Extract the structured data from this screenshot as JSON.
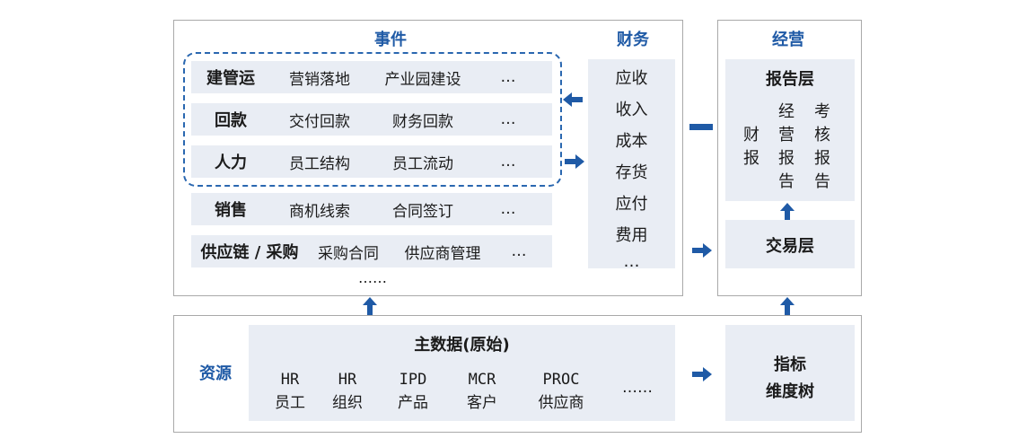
{
  "event_panel": {
    "title": "事件",
    "rows": [
      {
        "category": "建管运",
        "item1": "营销落地",
        "item2": "产业园建设",
        "more": "…"
      },
      {
        "category": "回款",
        "item1": "交付回款",
        "item2": "财务回款",
        "more": "…"
      },
      {
        "category": "人力",
        "item1": "员工结构",
        "item2": "员工流动",
        "more": "…"
      },
      {
        "category": "销售",
        "item1": "商机线索",
        "item2": "合同签订",
        "more": "…"
      },
      {
        "category": "供应链 / 采购",
        "item1": "采购合同",
        "item2": "供应商管理",
        "more": "…"
      }
    ],
    "more_rows": "……"
  },
  "finance": {
    "title": "财务",
    "items": [
      "应收",
      "收入",
      "成本",
      "存货",
      "应付",
      "费用",
      "…"
    ]
  },
  "operation_panel": {
    "title": "经营",
    "report_layer": {
      "title": "报告层",
      "columns": [
        [
          "财",
          "报"
        ],
        [
          "经",
          "营",
          "报",
          "告"
        ],
        [
          "考",
          "核",
          "报",
          "告"
        ]
      ]
    },
    "transaction_layer": {
      "title": "交易层"
    }
  },
  "resource_panel": {
    "title": "资源",
    "master_data": {
      "title": "主数据(原始)",
      "items": [
        {
          "code": "HR",
          "name": "员工"
        },
        {
          "code": "HR",
          "name": "组织"
        },
        {
          "code": "IPD",
          "name": "产品"
        },
        {
          "code": "MCR",
          "name": "客户"
        },
        {
          "code": "PROC",
          "name": "供应商"
        }
      ],
      "more": "……"
    },
    "indicator": {
      "line1": "指标",
      "line2": "维度树"
    }
  },
  "colors": {
    "accent": "#1f5aa6",
    "box_fill": "#e9edf4",
    "border": "#a9a9a9"
  }
}
